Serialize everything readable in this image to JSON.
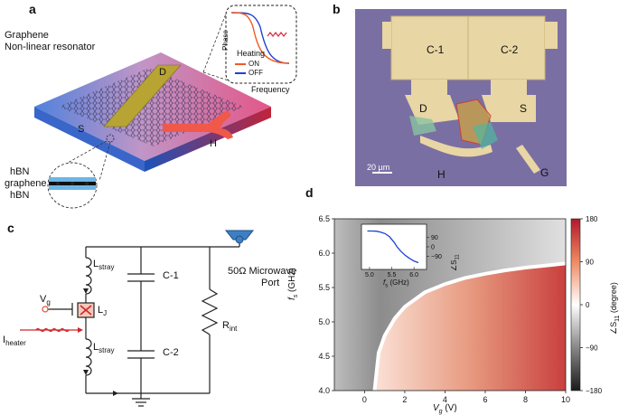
{
  "panels": {
    "a": {
      "letter": "a",
      "title_line1": "Graphene",
      "title_line2": "Non-linear resonator",
      "label_D": "D",
      "label_S": "S",
      "label_H": "H",
      "stack": [
        "hBN",
        "graphene",
        "hBN"
      ],
      "inset": {
        "ylabel": "Phase",
        "xlabel": "Frequency",
        "legend_title": "Heating",
        "on_label": "ON",
        "off_label": "OFF",
        "on_color": "#f05a22",
        "off_color": "#1f3fd1"
      }
    },
    "b": {
      "letter": "b",
      "labels": [
        "C-1",
        "C-2",
        "D",
        "S",
        "H",
        "G"
      ],
      "scalebar": "20 µm"
    },
    "c": {
      "letter": "c",
      "L_stray_top": "L",
      "L_stray_top_sub": "stray",
      "L_stray_bot": "L",
      "L_stray_bot_sub": "stray",
      "Vg": "V",
      "Vg_sub": "g",
      "LJ": "L",
      "LJ_sub": "J",
      "Iheater": "I",
      "Iheater_sub": "heater",
      "C1": "C-1",
      "C2": "C-2",
      "Rint": "R",
      "Rint_sub": "int",
      "port_line1": "50Ω Microwave",
      "port_line2": "Port"
    },
    "d": {
      "letter": "d",
      "xlabel": "V",
      "xlabel_sub": "g",
      "xlabel_unit": " (V)",
      "ylabel": "f",
      "ylabel_sub": "s",
      "ylabel_unit": " (GHz)",
      "colorbar_label": "∠S",
      "colorbar_label_sub": "11",
      "colorbar_unit": " (degree)",
      "inset_xlabel": "f",
      "inset_xlabel_sub": "s",
      "inset_xlabel_unit": " (GHz)",
      "inset_ylabel": "∠S",
      "inset_ylabel_sub": "11"
    }
  },
  "chart_data": [
    {
      "type": "heatmap",
      "xlabel": "Vg (V)",
      "ylabel": "fs (GHz)",
      "xlim": [
        -1.5,
        10
      ],
      "ylim": [
        4.0,
        6.5
      ],
      "x_ticks": [
        0,
        2,
        4,
        6,
        8,
        10
      ],
      "y_ticks": [
        4.0,
        4.5,
        5.0,
        5.5,
        6.0,
        6.5
      ],
      "colorbar_ticks": [
        180,
        90,
        0,
        -90,
        -180
      ],
      "colorbar_range": [
        -180,
        180
      ],
      "resonance_curve": {
        "x": [
          0.5,
          0.7,
          1,
          1.5,
          2,
          3,
          4,
          5,
          6,
          7,
          8,
          9,
          10
        ],
        "y": [
          4.0,
          4.55,
          4.8,
          5.05,
          5.22,
          5.43,
          5.55,
          5.64,
          5.7,
          5.75,
          5.79,
          5.82,
          5.85
        ]
      }
    },
    {
      "type": "line",
      "xlabel": "fs (GHz)",
      "ylabel": "∠S11",
      "xlim": [
        4.9,
        6.2
      ],
      "x_ticks": [
        5.0,
        5.5,
        6.0
      ],
      "y_ticks": [
        90,
        0,
        -90
      ],
      "x": [
        4.95,
        5.05,
        5.15,
        5.25,
        5.35,
        5.45,
        5.55,
        5.62,
        5.7,
        5.8,
        5.9,
        6.0,
        6.1
      ],
      "y": [
        150,
        150,
        148,
        140,
        125,
        95,
        45,
        0,
        -40,
        -80,
        -110,
        -135,
        -150
      ]
    }
  ]
}
